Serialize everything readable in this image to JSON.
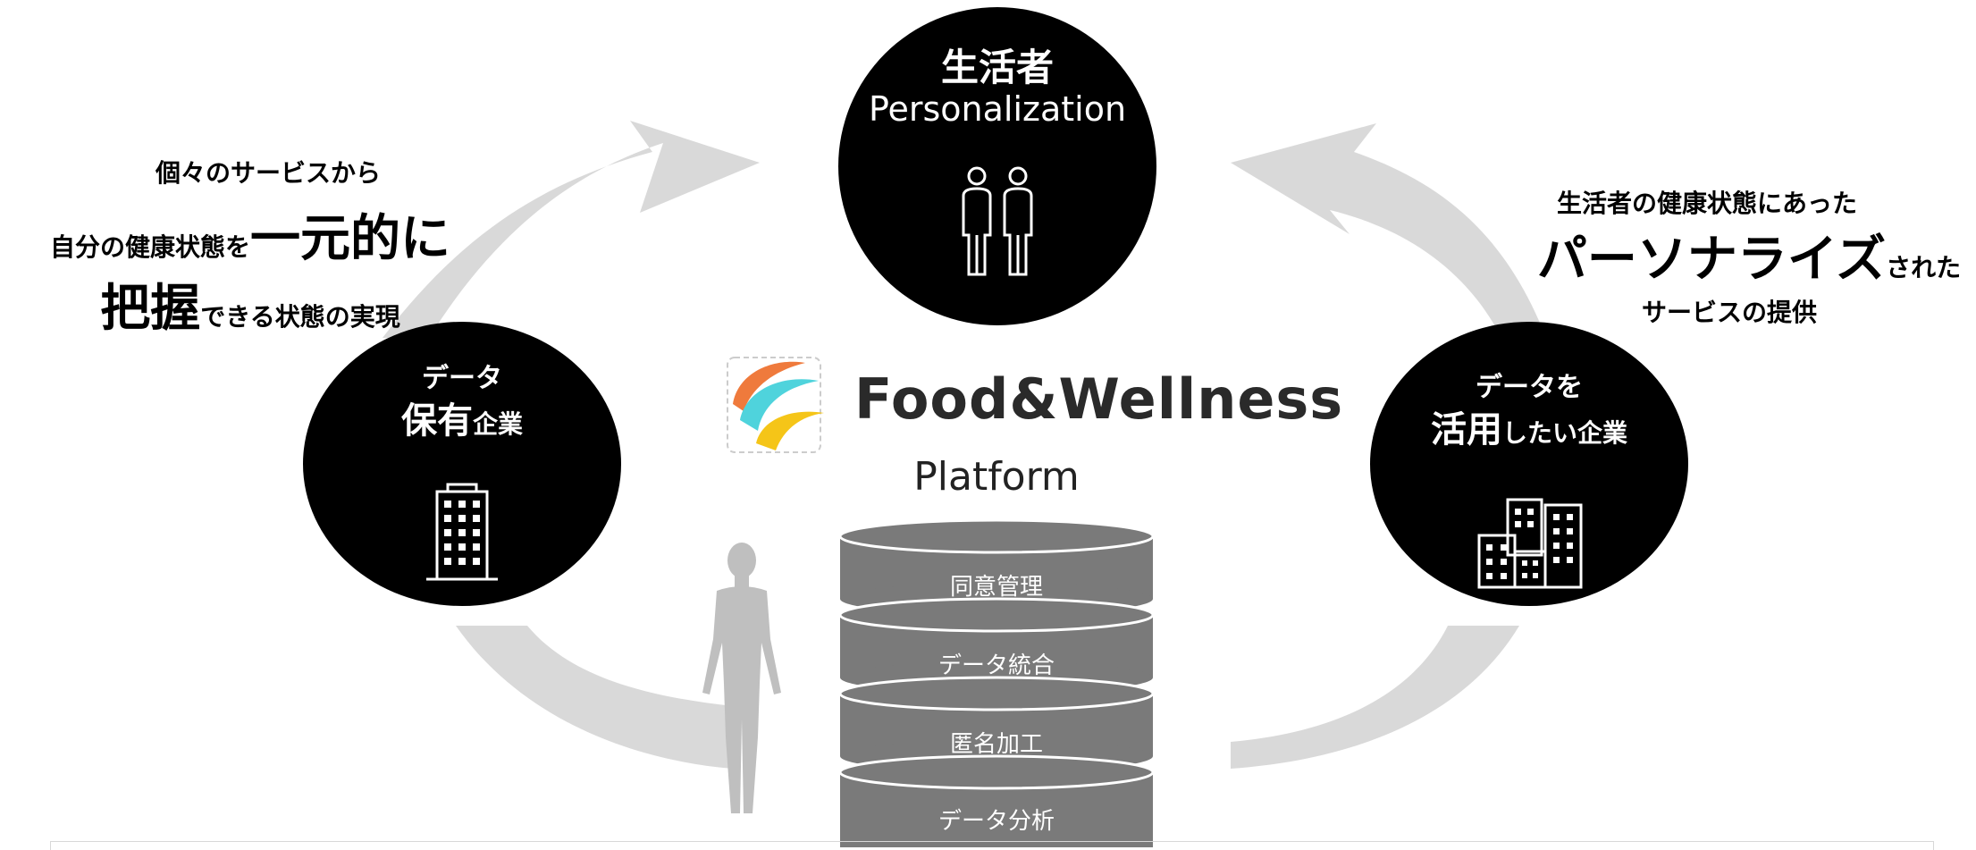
{
  "consumer": {
    "title": "生活者",
    "subtitle": "Personalization",
    "icon": "people-icon"
  },
  "data_holder": {
    "line1": "データ",
    "emph": "保有",
    "rest": "企業",
    "icon": "building-icon"
  },
  "data_user": {
    "line1": "データを",
    "emph": "活用",
    "rest": "したい企業",
    "icon": "buildings-icon"
  },
  "left_message": {
    "line1": "個々のサービスから",
    "line2_small": "自分の健康状態を",
    "line2_big": "一元的に",
    "line3_big": "把握",
    "line3_small": "できる状態の実現"
  },
  "right_message": {
    "line1": "生活者の健康状態にあった",
    "line2_big": "パーソナライズ",
    "line2_small": "された",
    "line3": "サービスの提供"
  },
  "platform": {
    "logo_text": "Food&Wellness",
    "label": "Platform",
    "layers": [
      "同意管理",
      "データ統合",
      "匿名加工",
      "データ分析"
    ]
  },
  "colors": {
    "circle": "#000000",
    "arrow": "#d9d9d9",
    "database": "#7a7a7a",
    "human": "#bfbfbf",
    "logo_orange": "#ef7a3c",
    "logo_cyan": "#4fd3dc",
    "logo_yellow": "#f5c518"
  }
}
